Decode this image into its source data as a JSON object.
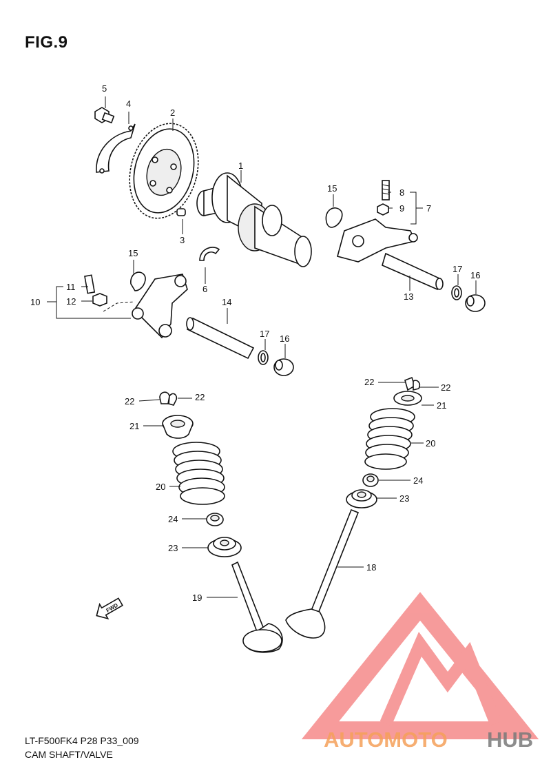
{
  "figure": {
    "title": "FIG.9",
    "code": "LT-F500FK4 P28 P33_009",
    "name": "CAM SHAFT/VALVE"
  },
  "callouts": {
    "c1": "1",
    "c2": "2",
    "c3": "3",
    "c4": "4",
    "c5": "5",
    "c6": "6",
    "c7": "7",
    "c8": "8",
    "c9": "9",
    "c10": "10",
    "c11": "11",
    "c12": "12",
    "c13": "13",
    "c14": "14",
    "c15a": "15",
    "c15b": "15",
    "c16a": "16",
    "c16b": "16",
    "c17a": "17",
    "c17b": "17",
    "c18": "18",
    "c19": "19",
    "c20a": "20",
    "c20b": "20",
    "c21a": "21",
    "c21b": "21",
    "c22a": "22",
    "c22b": "22",
    "c22c": "22",
    "c22d": "22",
    "c23a": "23",
    "c23b": "23",
    "c24a": "24",
    "c24b": "24"
  },
  "direction_arrow": "FWD",
  "watermark": {
    "text_a": "AUTOMOTO",
    "text_b": "HUB",
    "color_a": "#f5a05a",
    "color_b": "#7a7a7a",
    "logo_color": "#f47a7a"
  }
}
